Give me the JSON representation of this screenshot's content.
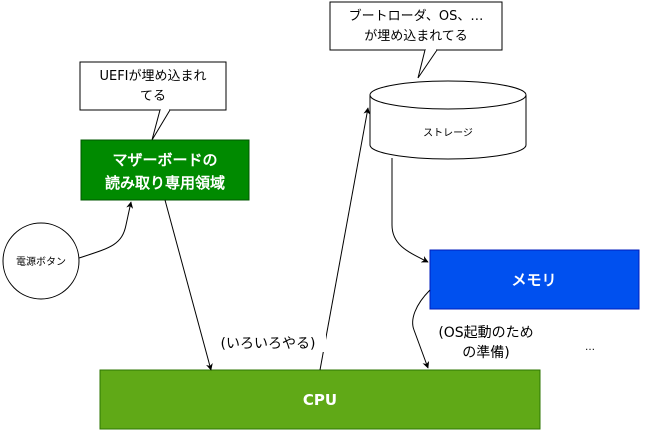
{
  "diagram": {
    "notes": {
      "uefi": {
        "line1": "UEFIが埋め込まれ",
        "line2": "てる"
      },
      "bootloader": {
        "line1": "ブートローダ、OS、…",
        "line2": "が埋め込まれてる"
      }
    },
    "nodes": {
      "motherboard_rom": {
        "line1": "マザーボードの",
        "line2": "読み取り専用領域",
        "color": "#008a00"
      },
      "power_button": {
        "label": "電源ボタン"
      },
      "storage": {
        "label": "ストレージ"
      },
      "memory": {
        "label": "メモリ",
        "color": "#0050ef"
      },
      "cpu": {
        "label": "CPU",
        "color": "#60a917"
      }
    },
    "edge_labels": {
      "various": "(いろいろやる)",
      "os_boot": {
        "line1": "(OS起動のため",
        "line2": "の準備)"
      },
      "ellipsis": "…"
    }
  }
}
